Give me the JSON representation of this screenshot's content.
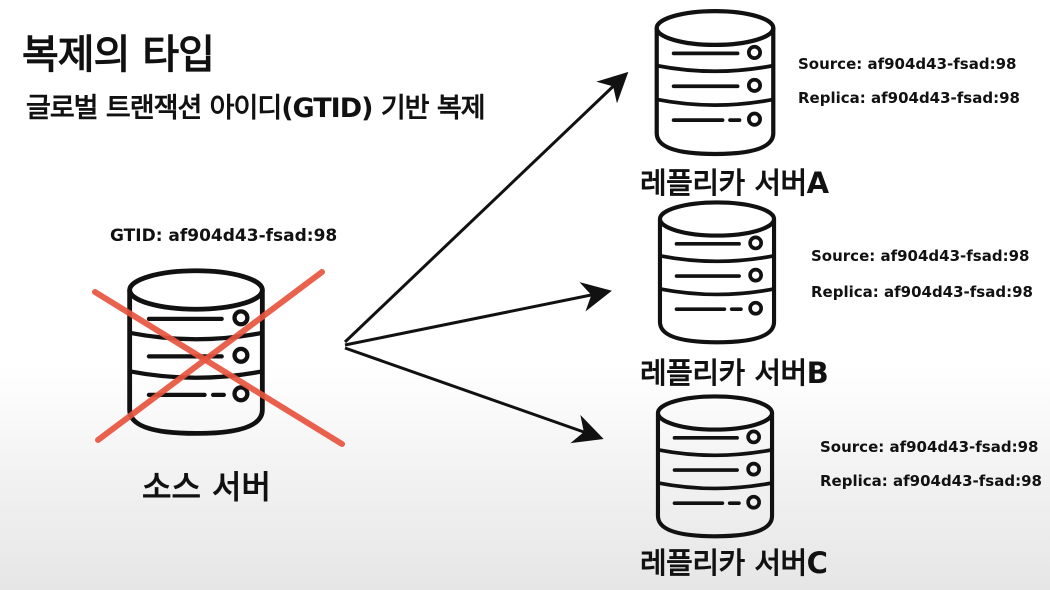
{
  "header": {
    "title": "복제의 타입",
    "subtitle": "글로벌 트랜잭션 아이디(GTID) 기반 복제"
  },
  "source": {
    "gtid": "GTID: af904d43-fsad:98",
    "name": "소스 서버",
    "status": "failed"
  },
  "replicas": [
    {
      "name": "레플리카 서버A",
      "source": "Source: af904d43-fsad:98",
      "replica": "Replica: af904d43-fsad:98"
    },
    {
      "name": "레플리카 서버B",
      "source": "Source: af904d43-fsad:98",
      "replica": "Replica: af904d43-fsad:98"
    },
    {
      "name": "레플리카 서버C",
      "source": "Source: af904d43-fsad:98",
      "replica": "Replica: af904d43-fsad:98"
    }
  ],
  "colors": {
    "ink": "#111111",
    "cross": "#e8553e"
  }
}
